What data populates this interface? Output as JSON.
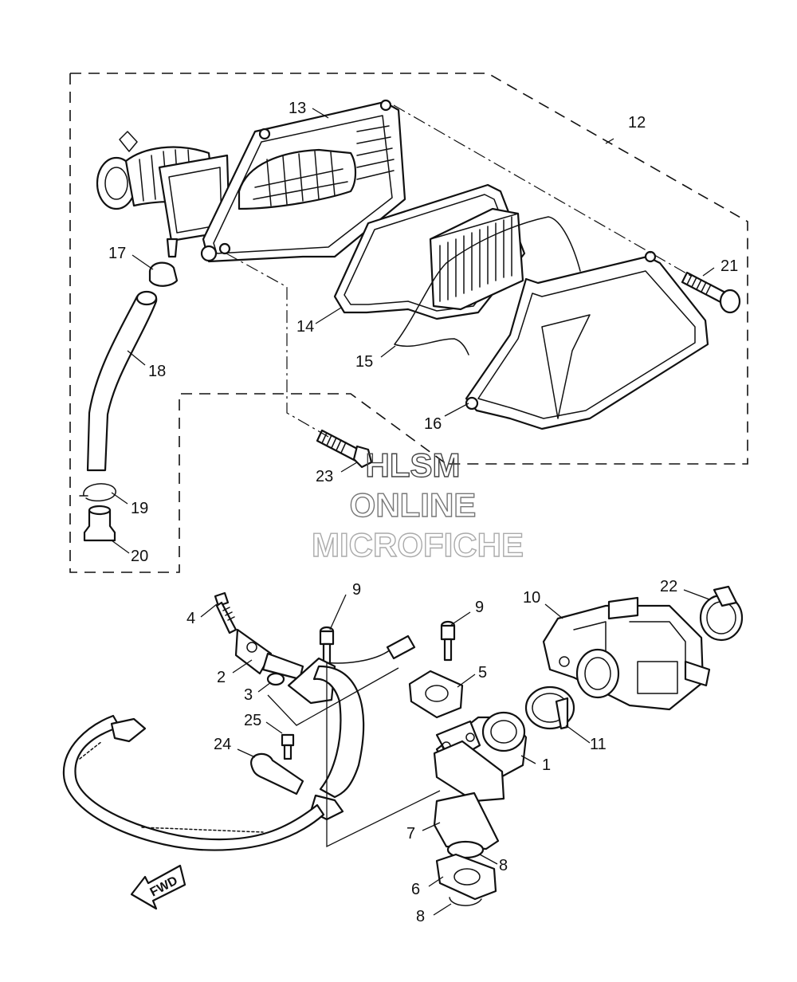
{
  "watermark": {
    "line1": "HLSM",
    "line2": "ONLINE",
    "line3": "MICROFICHE",
    "colors": [
      "#444444",
      "#777777",
      "#aaaaaa"
    ]
  },
  "fwd_label": "FWD",
  "callouts": [
    {
      "id": "c1",
      "label": "1"
    },
    {
      "id": "c2",
      "label": "2"
    },
    {
      "id": "c3",
      "label": "3"
    },
    {
      "id": "c4",
      "label": "4"
    },
    {
      "id": "c5",
      "label": "5"
    },
    {
      "id": "c6",
      "label": "6"
    },
    {
      "id": "c7",
      "label": "7"
    },
    {
      "id": "c8a",
      "label": "8"
    },
    {
      "id": "c8b",
      "label": "8"
    },
    {
      "id": "c9a",
      "label": "9"
    },
    {
      "id": "c9b",
      "label": "9"
    },
    {
      "id": "c10",
      "label": "10"
    },
    {
      "id": "c11",
      "label": "11"
    },
    {
      "id": "c12",
      "label": "12"
    },
    {
      "id": "c13",
      "label": "13"
    },
    {
      "id": "c14",
      "label": "14"
    },
    {
      "id": "c15",
      "label": "15"
    },
    {
      "id": "c16",
      "label": "16"
    },
    {
      "id": "c17",
      "label": "17"
    },
    {
      "id": "c18",
      "label": "18"
    },
    {
      "id": "c19",
      "label": "19"
    },
    {
      "id": "c20",
      "label": "20"
    },
    {
      "id": "c21",
      "label": "21"
    },
    {
      "id": "c22",
      "label": "22"
    },
    {
      "id": "c23",
      "label": "23"
    },
    {
      "id": "c24",
      "label": "24"
    },
    {
      "id": "c25",
      "label": "25"
    }
  ]
}
